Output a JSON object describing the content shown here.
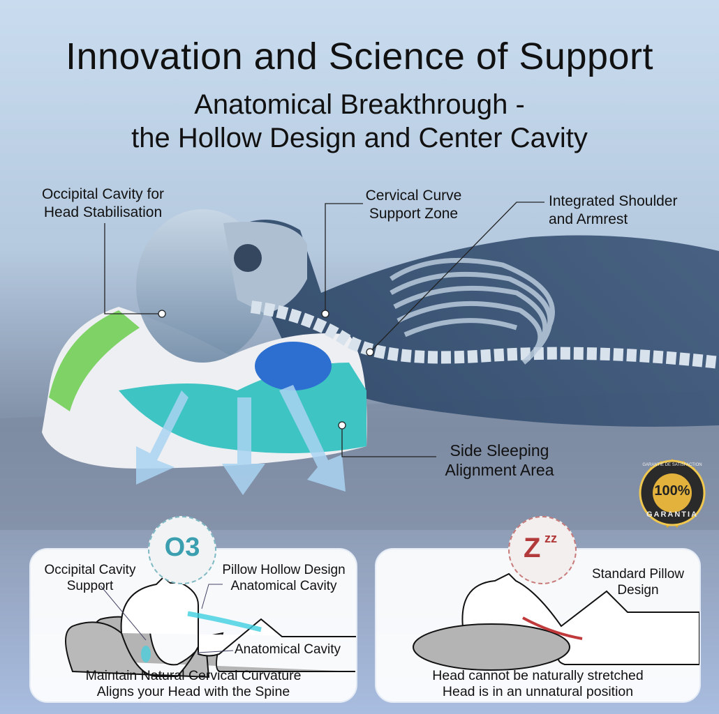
{
  "header": {
    "title": "Innovation and Science of Support",
    "subtitle_line1": "Anatomical Breakthrough -",
    "subtitle_line2": "the Hollow Design and Center Cavity"
  },
  "callouts": {
    "occipital": [
      "Occipital Cavity for",
      "Head Stabilisation"
    ],
    "cervical": [
      "Cervical Curve",
      "Support Zone"
    ],
    "shoulder": [
      "Integrated Shoulder",
      "and Armrest"
    ],
    "side": [
      "Side Sleeping",
      "Alignment Area"
    ]
  },
  "badge": {
    "top_text": "GARANTIE DE SATISFACTION",
    "percent": "100%",
    "bottom_text": "GARANTIA",
    "color": "#d9a82c"
  },
  "panels": {
    "left": {
      "icon": "ozone-icon",
      "icon_text": "O3",
      "label_occipital": [
        "Occipital Cavity",
        "Support"
      ],
      "label_hollow": [
        "Pillow Hollow Design",
        "Anatomical Cavity"
      ],
      "label_cavity": "Anatomical Cavity",
      "caption": [
        "Maintain Natural Cervical Curvature",
        "Aligns your Head with the Spine"
      ],
      "accent": "#3fd0e0"
    },
    "right": {
      "icon": "sleep-zzz-icon",
      "icon_text": "Z",
      "icon_sup": "zz",
      "label_standard": [
        "Standard Pillow",
        "Design"
      ],
      "caption": [
        "Head cannot be naturally stretched",
        "Head is in an unnatural position"
      ],
      "accent": "#c0393b"
    }
  }
}
